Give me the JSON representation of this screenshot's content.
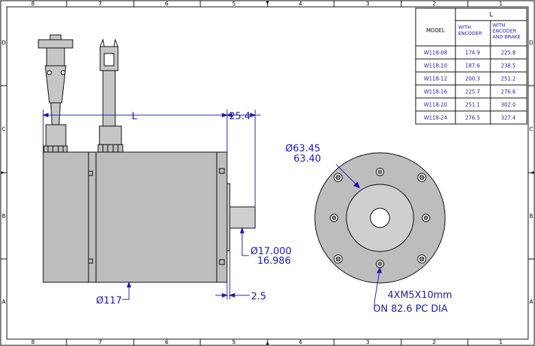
{
  "border": {
    "columns": [
      "8",
      "7",
      "6",
      "5",
      "4",
      "3",
      "2",
      "1"
    ],
    "rows": [
      "D",
      "C",
      "B",
      "A"
    ]
  },
  "table": {
    "header_model": "MODEL",
    "header_L": "L",
    "col1_lines": [
      "WITH",
      "ENCODER"
    ],
    "col2_lines": [
      "WITH",
      "ENCODER",
      "AND BRAKE"
    ],
    "rows": [
      {
        "model": "W118-08",
        "encoder": "174.9",
        "brake": "225.8"
      },
      {
        "model": "W118-10",
        "encoder": "187.6",
        "brake": "238.5"
      },
      {
        "model": "W118-12",
        "encoder": "200.3",
        "brake": "251.2"
      },
      {
        "model": "W118-16",
        "encoder": "225.7",
        "brake": "276.6"
      },
      {
        "model": "W118-20",
        "encoder": "251.1",
        "brake": "302.0"
      },
      {
        "model": "W118-24",
        "encoder": "276.5",
        "brake": "327.4"
      }
    ]
  },
  "dimensions": {
    "length_label": "L",
    "flange_length": "25.4",
    "body_diameter": "Ø117",
    "flange_gap": "2.5",
    "shaft_dia_max": "Ø17.000",
    "shaft_dia_min": "16.986",
    "pilot_dia_max": "Ø63.45",
    "pilot_dia_min": "63.40",
    "holes": "4XM5X10mm",
    "bolt_circle": "ON 82.6 PC DIA"
  },
  "colors": {
    "line": "#000000",
    "body": "#bdbdbd",
    "flange": "#cfcfcf",
    "dimension": "#1a1aa8"
  }
}
